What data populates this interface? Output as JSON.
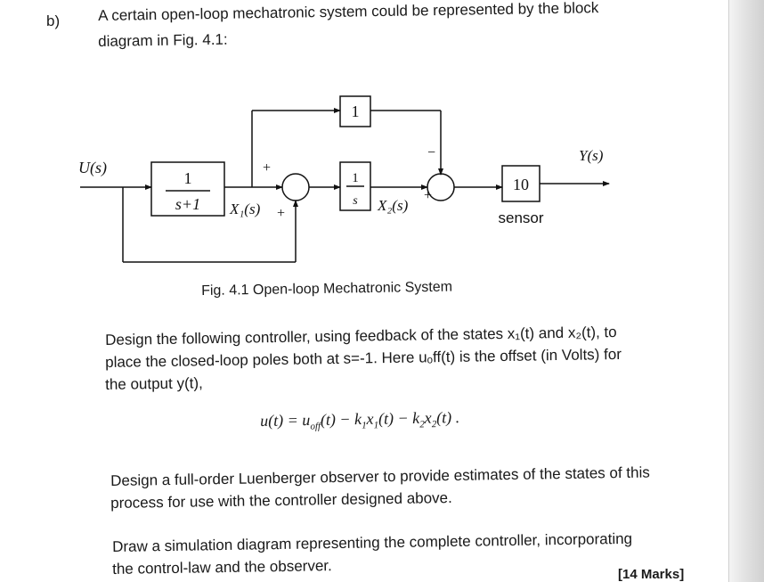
{
  "question_label": "b)",
  "intro": {
    "line1": "A certain open-loop mechatronic system could be represented by the block",
    "line2": "diagram in Fig. 4.1:"
  },
  "diagram": {
    "input_label": "U(s)",
    "output_label": "Y(s)",
    "block1_num": "1",
    "block1_den": "s+1",
    "state1_label": "X₁(s)",
    "block_integrator_num": "1",
    "block_integrator_den": "s",
    "block_unity": "1",
    "state2_label": "X₂(s)",
    "sensor_gain": "10",
    "sensor_label": "sensor",
    "sign_plus_top": "+",
    "sign_plus_bottom": "+",
    "sign_minus": "−",
    "sign_plus_right": "+"
  },
  "caption": "Fig. 4.1 Open-loop Mechatronic System",
  "paragraph1": {
    "line1": "Design the following controller, using feedback of the states x₁(t) and x₂(t), to",
    "line2": "place the closed-loop poles both at s=-1. Here uₒff(t) is the offset (in Volts) for",
    "line3": "the output y(t),"
  },
  "equation": {
    "lhs": "u(t) = u",
    "sub_off": "off",
    "mid1": "(t) − k",
    "sub_1a": "1",
    "mid2": "x",
    "sub_1b": "1",
    "mid3": "(t) − k",
    "sub_2a": "2",
    "mid4": "x",
    "sub_2b": "2",
    "tail": "(t) ."
  },
  "paragraph2": {
    "line1": "Design a full-order Luenberger observer to provide estimates of the states of this",
    "line2": "process for use with the controller designed above."
  },
  "paragraph3": {
    "line1": "Draw a simulation diagram representing the complete controller, incorporating",
    "line2": "the control-law and the observer."
  },
  "marks": "[14 Marks]"
}
